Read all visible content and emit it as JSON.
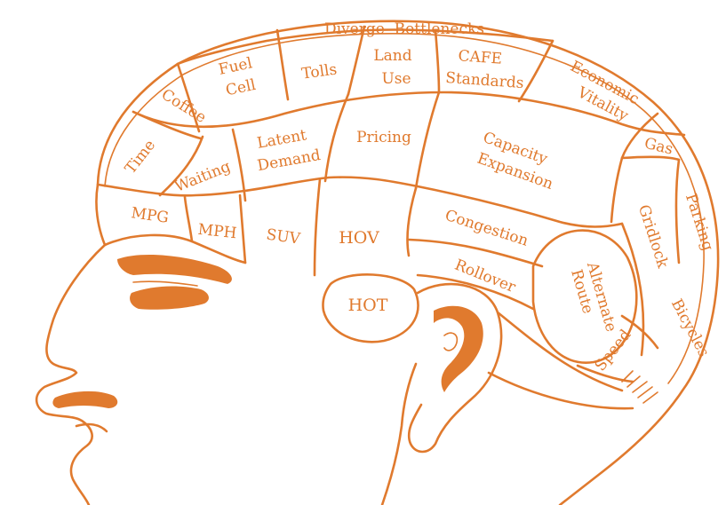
{
  "accent_color": "#e07a2e",
  "background_color": "#ffffff",
  "regions": [
    {
      "id": "diverge-bottlenecks",
      "label": "Diverge  Bottlenecks"
    },
    {
      "id": "fuel-cell",
      "lines": [
        "Fuel",
        "Cell"
      ]
    },
    {
      "id": "tolls",
      "label": "Tolls"
    },
    {
      "id": "land-use",
      "lines": [
        "Land",
        "Use"
      ]
    },
    {
      "id": "cafe-standards",
      "lines": [
        "CAFE",
        "Standards"
      ]
    },
    {
      "id": "economic-vitality",
      "lines": [
        "Economic",
        "Vitality"
      ]
    },
    {
      "id": "coffee",
      "label": "Coffee"
    },
    {
      "id": "time",
      "label": "Time"
    },
    {
      "id": "latent-demand",
      "lines": [
        "Latent",
        "Demand"
      ]
    },
    {
      "id": "pricing",
      "label": "Pricing"
    },
    {
      "id": "capacity-expansion",
      "lines": [
        "Capacity",
        "Expansion"
      ]
    },
    {
      "id": "gas",
      "label": "Gas"
    },
    {
      "id": "waiting",
      "label": "Waiting"
    },
    {
      "id": "parking",
      "label": "Parking"
    },
    {
      "id": "gridlock",
      "label": "Gridlock"
    },
    {
      "id": "mpg",
      "label": "MPG"
    },
    {
      "id": "mph",
      "label": "MPH"
    },
    {
      "id": "suv",
      "label": "SUV"
    },
    {
      "id": "hov",
      "label": "HOV"
    },
    {
      "id": "congestion",
      "label": "Congestion"
    },
    {
      "id": "rollover",
      "label": "Rollover"
    },
    {
      "id": "alternate-route",
      "lines": [
        "Alternate",
        "Route"
      ]
    },
    {
      "id": "hot",
      "label": "HOT"
    },
    {
      "id": "bicycles",
      "label": "Bicycles"
    },
    {
      "id": "speed",
      "label": "Speed"
    }
  ]
}
